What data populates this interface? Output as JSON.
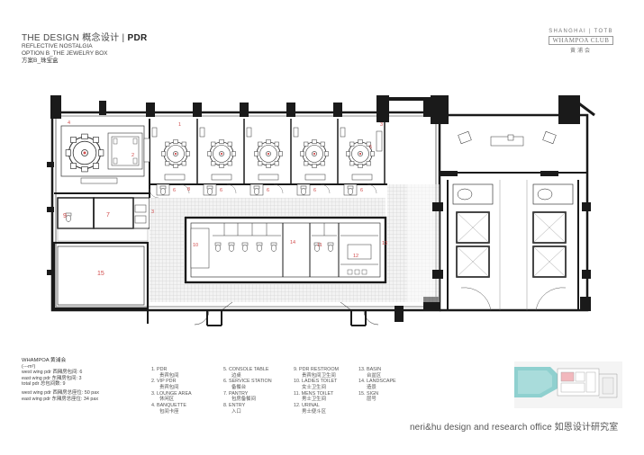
{
  "header": {
    "title_en": "THE DESIGN",
    "title_cn": "概念设计",
    "title_sep": "|",
    "title_code": "PDR",
    "subtitle_1": "REFLECTIVE NOSTALGIA",
    "subtitle_2": "OPTION B_THE JEWELRY BOX",
    "subtitle_3": "方案B_珠宝盒"
  },
  "logo": {
    "line1": "SHANGHAI | TOTB",
    "line2": "WHAMPOA CLUB",
    "line3": "黄浦会"
  },
  "room_labels": {
    "r1": "1",
    "r2": "2",
    "r3": "3",
    "r4": "3",
    "r5": "4",
    "r6": "5",
    "r7": "6",
    "r8": "6",
    "r9": "6",
    "r10": "6",
    "r11": "6",
    "r12": "7",
    "r13": "8",
    "r14": "9",
    "r15": "10",
    "r16": "11",
    "r17": "12",
    "r18": "13",
    "r19": "14",
    "r20": "15"
  },
  "legend": {
    "title": "WHAMPOA 黄浦会",
    "unit": "(---m²)",
    "line1": "west wing pdr 西厢房包间: 6",
    "line2": "east wing pdr 东厢房包间: 3",
    "line3": "total pdr 总包间数: 9",
    "line4": "west wing pdr 西厢房总座位: 50 pax",
    "line5": "east wing pdr 东厢房总座位: 34 pax"
  },
  "keys_col1": [
    {
      "en": "1. PDR",
      "cn": "贵宾包间"
    },
    {
      "en": "2. VIP PDR",
      "cn": "贵宾包间"
    },
    {
      "en": "3. LOUNGE AREA",
      "cn": "休闲区"
    },
    {
      "en": "4. BANQUETTE",
      "cn": "包间卡座"
    }
  ],
  "keys_col2": [
    {
      "en": "5. CONSOLE TABLE",
      "cn": "边桌"
    },
    {
      "en": "6. SERVICE STATION",
      "cn": "备餐台"
    },
    {
      "en": "7. PANTRY",
      "cn": "包房备餐间"
    },
    {
      "en": "8. ENTRY",
      "cn": "入口"
    }
  ],
  "keys_col3": [
    {
      "en": "9. PDR RESTROOM",
      "cn": "贵宾包间卫生间"
    },
    {
      "en": "10. LADIES TOILET",
      "cn": "女士卫生间"
    },
    {
      "en": "11. MENS TOILET",
      "cn": "男士卫生间"
    },
    {
      "en": "12. URINAL",
      "cn": "男士便斗区"
    }
  ],
  "keys_col4": [
    {
      "en": "13. BASIN",
      "cn": "台盆区"
    },
    {
      "en": "14. LANDSCAPE",
      "cn": "造景"
    },
    {
      "en": "15. SIGN",
      "cn": "层号"
    }
  ],
  "office": {
    "en": "neri&hu design and research office",
    "cn": "如恩设计研究室"
  },
  "colors": {
    "wall": "#1a1a1a",
    "label": "#d14b4b",
    "corridor_tile": "#cfcfcf",
    "thumb_water": "#8fd0cf",
    "thumb_highlight": "#f2b8bd"
  }
}
